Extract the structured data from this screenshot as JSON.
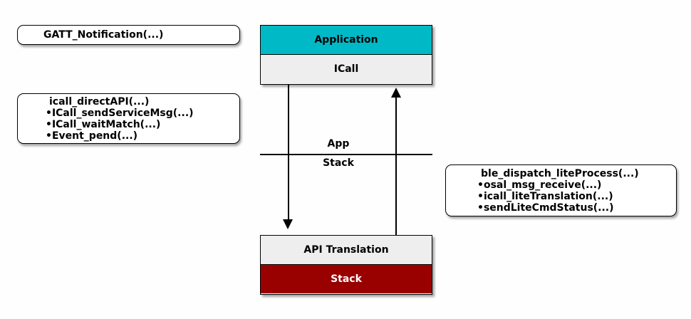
{
  "colors": {
    "application_fill": "#00b9c6",
    "icall_fill": "#eeeeee",
    "api_translation_fill": "#eeeeee",
    "stack_fill": "#990000",
    "stack_text": "#ffffff",
    "border": "#000000",
    "note_fill": "#ffffff"
  },
  "notes": {
    "gatt": {
      "lines": [
        "GATT_Notification(...)"
      ]
    },
    "icall_direct": {
      "lines": [
        "icall_directAPI(...)",
        "•ICall_sendServiceMsg(...)",
        "•ICall_waitMatch(...)",
        "•Event_pend(...)"
      ]
    },
    "ble_dispatch": {
      "lines": [
        "ble_dispatch_liteProcess(...)",
        "•osal_msg_receive(...)",
        "•icall_liteTranslation(...)",
        "•sendLiteCmdStatus(...)"
      ]
    }
  },
  "blocks": {
    "top": {
      "rows": [
        {
          "label": "Application"
        },
        {
          "label": "ICall"
        }
      ]
    },
    "bottom": {
      "rows": [
        {
          "label": "API Translation"
        },
        {
          "label": "Stack"
        }
      ]
    }
  },
  "divider": {
    "top_label": "App",
    "bottom_label": "Stack"
  }
}
